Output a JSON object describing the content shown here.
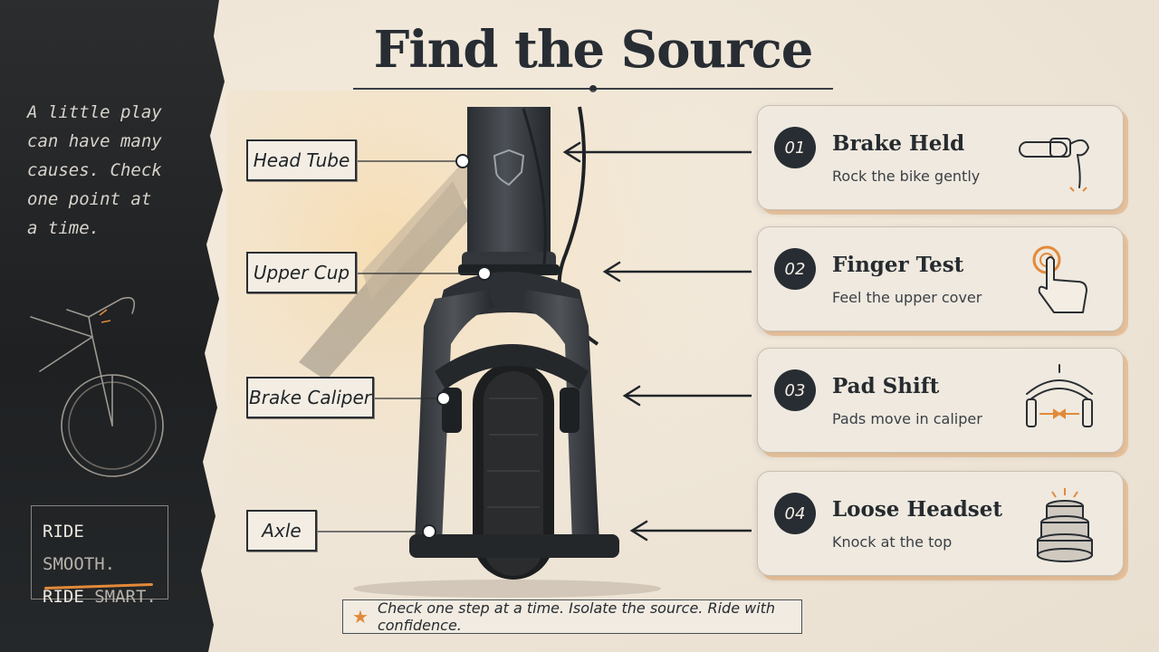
{
  "title": "Find the Source",
  "side_note": "A little play can have many causes. Check one point at a time.",
  "motto": {
    "line1_a": "RIDE",
    "line1_b": "SMOOTH.",
    "line2_a": "RIDE",
    "line2_b": "SMART."
  },
  "labels": [
    {
      "id": "head-tube",
      "text": "Head Tube"
    },
    {
      "id": "upper-cup",
      "text": "Upper Cup"
    },
    {
      "id": "brake-caliper",
      "text": "Brake Caliper"
    },
    {
      "id": "axle",
      "text": "Axle"
    }
  ],
  "steps": [
    {
      "num": "01",
      "title": "Brake Held",
      "sub": "Rock the bike gently",
      "icon": "brake-lever-icon"
    },
    {
      "num": "02",
      "title": "Finger Test",
      "sub": "Feel the upper cover",
      "icon": "finger-press-icon"
    },
    {
      "num": "03",
      "title": "Pad Shift",
      "sub": "Pads move in caliper",
      "icon": "caliper-pads-icon"
    },
    {
      "num": "04",
      "title": "Loose Headset",
      "sub": "Knock at the top",
      "icon": "headset-stack-icon"
    }
  ],
  "footer": "Check one step at a time. Isolate the source. Ride with confidence.",
  "colors": {
    "accent": "#e28a3a",
    "ink": "#272d33",
    "paper": "#efe7db"
  }
}
